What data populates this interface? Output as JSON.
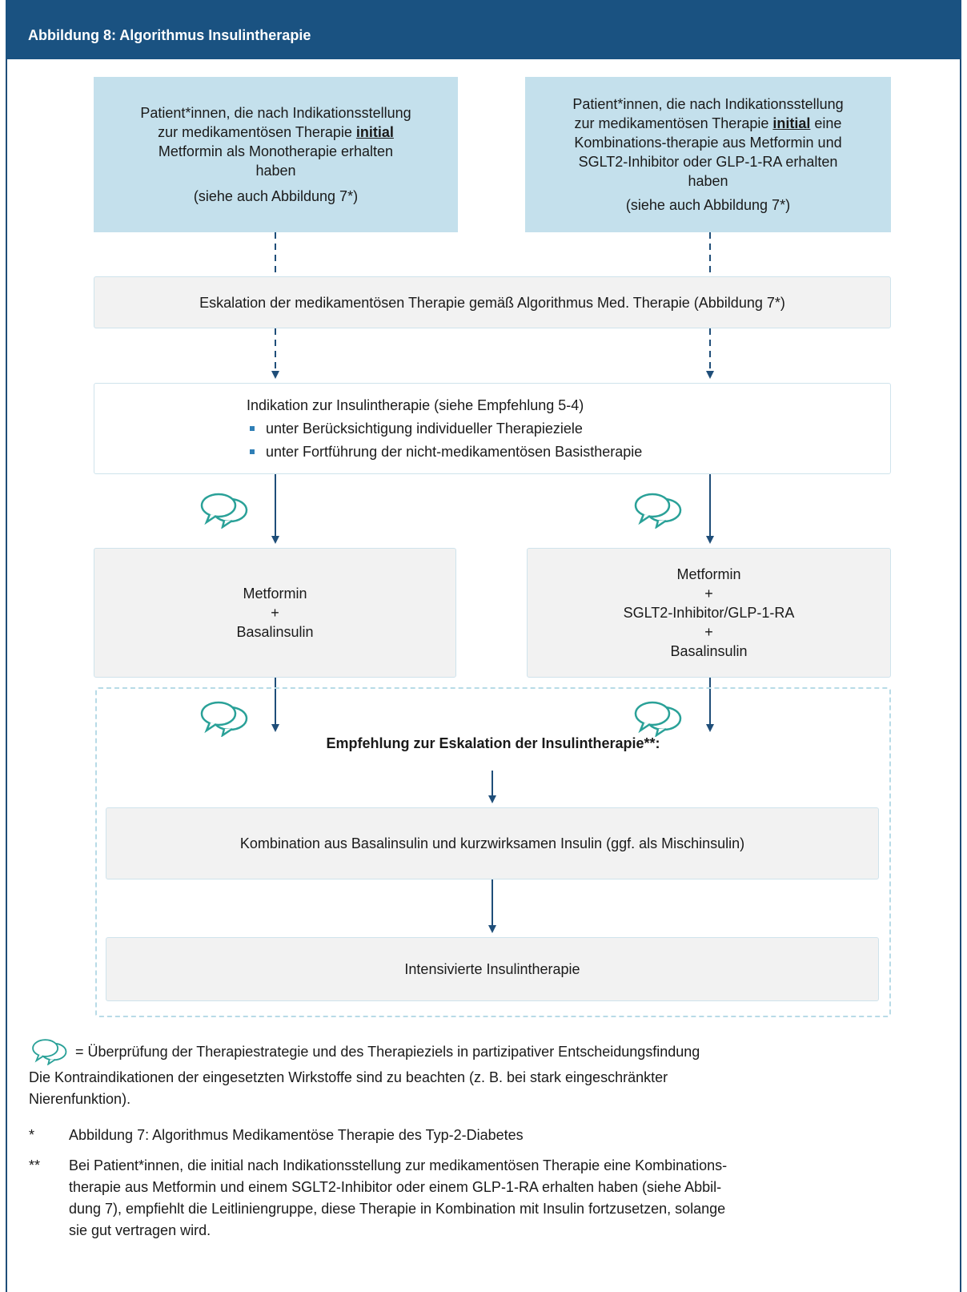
{
  "title": "Abbildung 8: Algorithmus Insulintherapie",
  "start_left": {
    "line1": "Patient*innen, die nach Indikationsstellung",
    "line2": "zur medikamentösen Therapie",
    "emph": "initial",
    "line3": "Metformin als Monotherapie erhalten",
    "line4": "haben",
    "note": "(siehe auch Abbildung 7*)"
  },
  "start_right": {
    "line1": "Patient*innen, die nach Indikationsstellung",
    "line2": "zur medikamentösen Therapie",
    "emph": "initial",
    "line2b": "eine",
    "line3": "Kombinations-therapie aus Metformin und",
    "line4": "SGLT2-Inhibitor oder GLP-1-RA erhalten",
    "line5": "haben",
    "note": "(siehe auch Abbildung 7*)"
  },
  "escalation": "Eskalation der medikamentösen Therapie gemäß Algorithmus Med. Therapie (Abbildung 7*)",
  "indication": {
    "heading": "Indikation zur Insulintherapie (siehe Empfehlung 5-4)",
    "bullets": [
      "unter Berücksichtigung individueller Therapieziele",
      "unter Fortführung der nicht-medikamentösen Basistherapie"
    ]
  },
  "therapy_left": [
    "Metformin",
    "+",
    "Basalinsulin"
  ],
  "therapy_right": [
    "Metformin",
    "+",
    "SGLT2-Inhibitor/GLP-1-RA",
    "+",
    "Basalinsulin"
  ],
  "insulin_escalation": {
    "heading": "Empfehlung zur Eskalation der Insulintherapie**:",
    "step1": "Kombination aus Basalinsulin und kurzwirksamen Insulin (ggf. als Mischinsulin)",
    "step2": "Intensivierte Insulintherapie"
  },
  "footnotes": {
    "legend": "= Überprüfung der Therapiestrategie und des Therapieziels in partizipativer Entscheidungsfindung",
    "contra_1": "Die Kontraindikationen der eingesetzten Wirkstoffe sind zu beachten (z. B. bei stark eingeschränkter",
    "contra_2": "Nierenfunktion).",
    "star1_mark": "*",
    "star1_text": "Abbildung 7:   Algorithmus Medikamentöse Therapie des Typ-2-Diabetes",
    "star2_mark": "**",
    "star2_lines": [
      "Bei Patient*innen, die initial nach Indikationsstellung zur medikamentösen Therapie eine Kombinations-",
      "therapie aus Metformin und einem SGLT2-Inhibitor oder einem GLP-1-RA erhalten haben (siehe Abbil-",
      "dung 7), empfiehlt die Leitliniengruppe, diese Therapie in Kombination mit Insulin fortzusetzen, solange",
      "sie gut vertragen wird."
    ]
  },
  "colors": {
    "header": "#1a5281",
    "start_box": "#c4e0ec",
    "arrow": "#1f4e79",
    "icon": "#2aa198"
  }
}
